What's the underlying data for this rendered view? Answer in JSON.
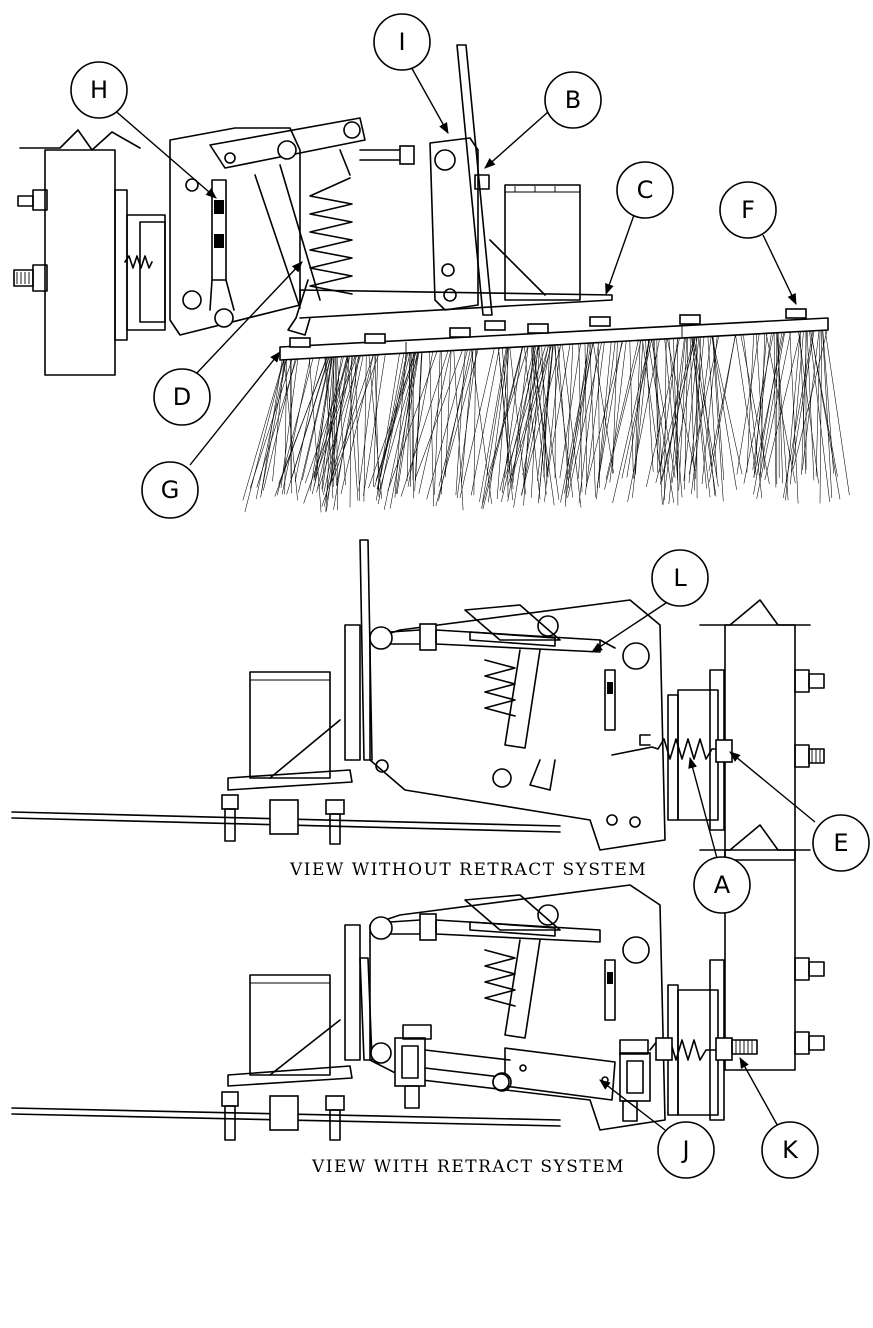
{
  "captions": {
    "without": "VIEW WITHOUT RETRACT SYSTEM",
    "with": "VIEW WITH RETRACT SYSTEM"
  },
  "callouts": {
    "A": "A",
    "B": "B",
    "C": "C",
    "D": "D",
    "E": "E",
    "F": "F",
    "G": "G",
    "H": "H",
    "I": "I",
    "J": "J",
    "K": "K",
    "L": "L"
  }
}
